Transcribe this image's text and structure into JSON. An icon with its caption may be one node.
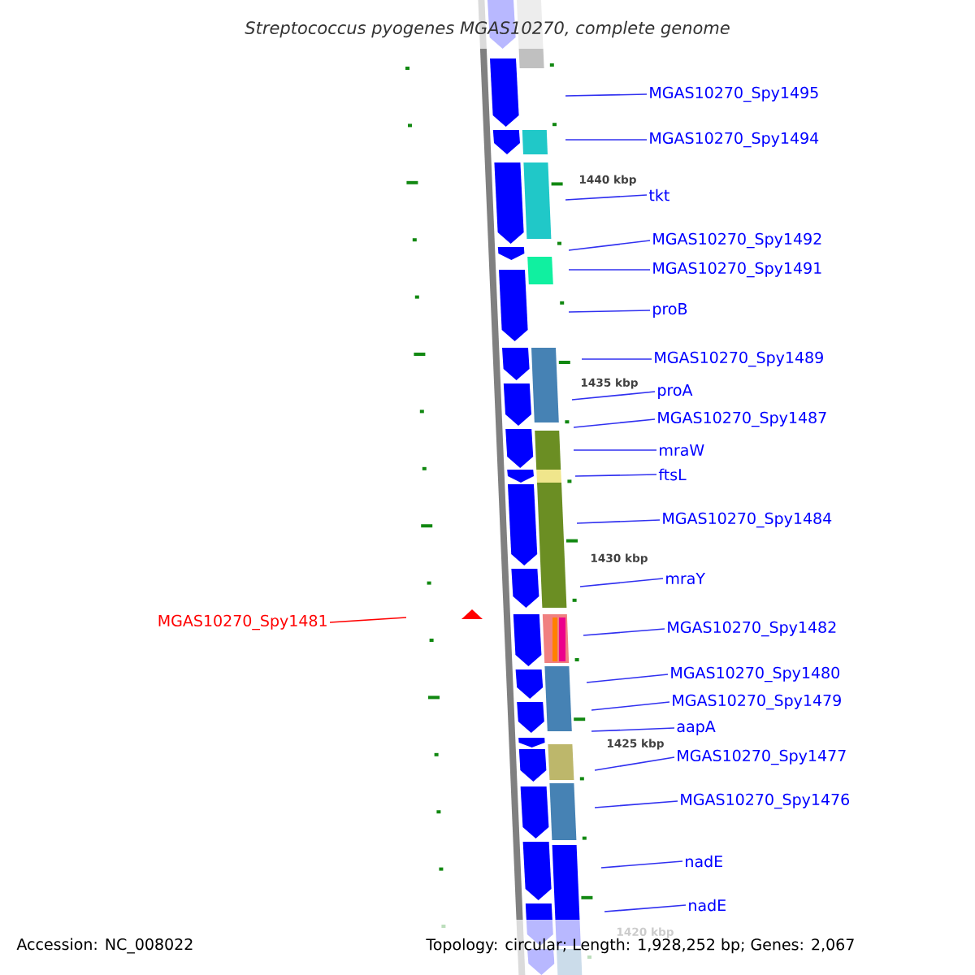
{
  "diagram": {
    "title": "Streptococcus pyogenes MGAS10270, complete genome",
    "nodes": [
      {
        "text": [
          "MGAS10270_Spy1495"
        ]
      },
      {
        "text": [
          "MGAS10270_Spy1494"
        ]
      },
      {
        "text": [
          "tkt"
        ]
      },
      {
        "text": [
          "MGAS10270_Spy1492"
        ]
      },
      {
        "text": [
          "MGAS10270_Spy1491"
        ]
      },
      {
        "text": [
          "proB"
        ]
      },
      {
        "text": [
          "MGAS10270_Spy1489"
        ]
      },
      {
        "text": [
          "proA"
        ]
      },
      {
        "text": [
          "MGAS10270_Spy1487"
        ]
      },
      {
        "text": [
          "mraW"
        ]
      },
      {
        "text": [
          "ftsL"
        ]
      },
      {
        "text": [
          "MGAS10270_Spy1484"
        ]
      },
      {
        "text": [
          "mraY"
        ]
      },
      {
        "text": [
          "MGAS10270_Spy1481"
        ]
      },
      {
        "text": [
          "MGAS10270_Spy1482"
        ]
      },
      {
        "text": [
          "MGAS10270_Spy1480"
        ]
      },
      {
        "text": [
          "MGAS10270_Spy1479"
        ]
      },
      {
        "text": [
          "aapA"
        ]
      },
      {
        "text": [
          "MGAS10270_Spy1477"
        ]
      },
      {
        "text": [
          "MGAS10270_Spy1476"
        ]
      },
      {
        "text": [
          "nadE"
        ]
      },
      {
        "text": [
          "nadE"
        ]
      }
    ],
    "edges": [
      {
        "from": 0,
        "to": null,
        "arrow": "none"
      },
      {
        "from": 1,
        "to": null,
        "arrow": "none"
      },
      {
        "from": 2,
        "to": null,
        "arrow": "none"
      },
      {
        "from": 3,
        "to": null,
        "arrow": "none"
      },
      {
        "from": 4,
        "to": null,
        "arrow": "none"
      },
      {
        "from": 5,
        "to": null,
        "arrow": "none"
      },
      {
        "from": 6,
        "to": null,
        "arrow": "none"
      },
      {
        "from": 7,
        "to": null,
        "arrow": "none"
      },
      {
        "from": 8,
        "to": null,
        "arrow": "none"
      },
      {
        "from": 9,
        "to": null,
        "arrow": "none"
      },
      {
        "from": 10,
        "to": null,
        "arrow": "none"
      },
      {
        "from": 11,
        "to": null,
        "arrow": "none"
      },
      {
        "from": 12,
        "to": null,
        "arrow": "none"
      },
      {
        "from": 13,
        "to": null,
        "arrow": "none",
        "color": "#ff0000"
      },
      {
        "from": 14,
        "to": null,
        "arrow": "none"
      },
      {
        "from": 15,
        "to": null,
        "arrow": "none"
      },
      {
        "from": 16,
        "to": null,
        "arrow": "none"
      },
      {
        "from": 17,
        "to": null,
        "arrow": "none"
      },
      {
        "from": 18,
        "to": null,
        "arrow": "none"
      },
      {
        "from": 19,
        "to": null,
        "arrow": "none"
      },
      {
        "from": 20,
        "to": null,
        "arrow": "none"
      },
      {
        "from": 21,
        "to": null,
        "arrow": "none"
      }
    ],
    "labels": [
      "1440 kbp",
      "1435 kbp",
      "1430 kbp",
      "1425 kbp",
      "1420 kbp",
      "Accession: NC_008022",
      "Topology: circular; Length: 1,928,252 bp; Genes: 2,067"
    ]
  }
}
